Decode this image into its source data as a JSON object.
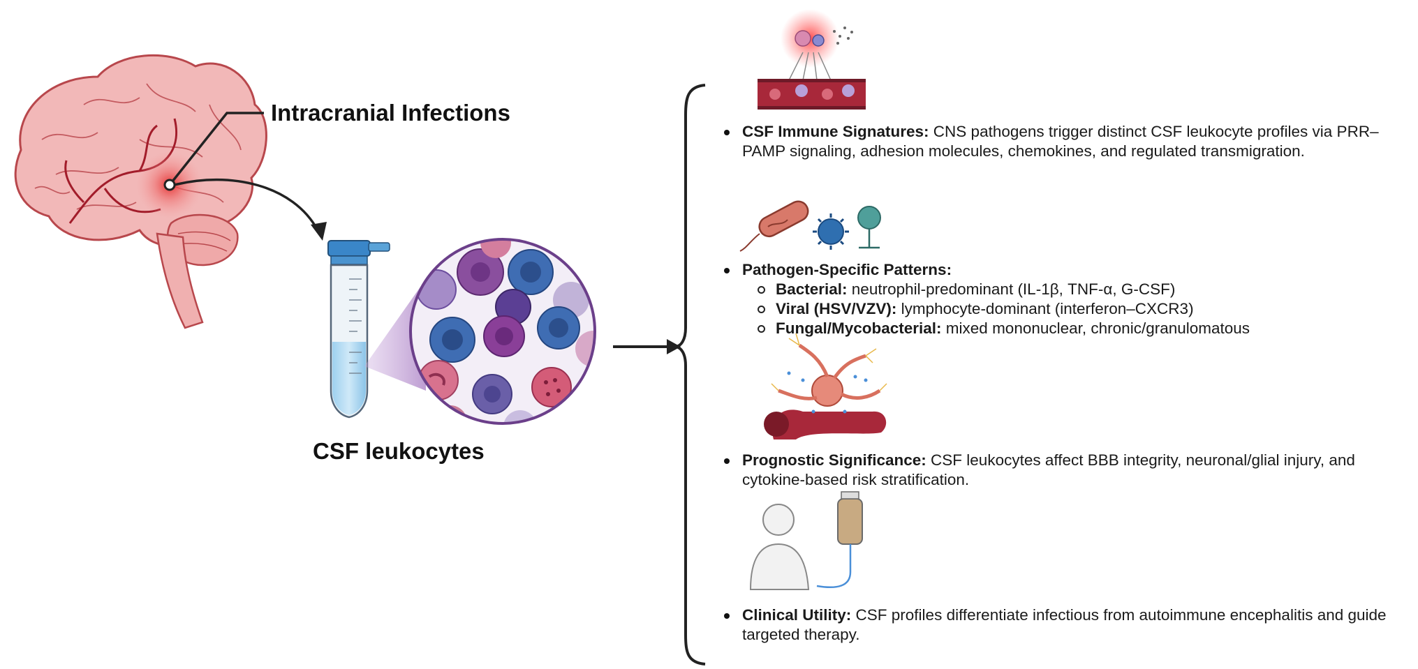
{
  "labels": {
    "infection": "Intracranial Infections",
    "sample": "CSF leukocytes"
  },
  "sections": [
    {
      "id": "immune",
      "head": "CSF Immune Signatures:",
      "text": " CNS pathogens trigger distinct CSF leukocyte profiles via PRR–PAMP signaling, adhesion molecules, chemokines, and regulated transmigration."
    },
    {
      "id": "pathogen",
      "head": "Pathogen-Specific Patterns:",
      "text": "",
      "subitems": [
        {
          "head": "Bacterial:",
          "text": " neutrophil-predominant (IL-1β, TNF-α, G-CSF)"
        },
        {
          "head": "Viral (HSV/VZV):",
          "text": " lymphocyte-dominant (interferon–CXCR3)"
        },
        {
          "head": "Fungal/Mycobacterial:",
          "text": " mixed mononuclear, chronic/granulomatous"
        }
      ]
    },
    {
      "id": "prognostic",
      "head": "Prognostic Significance:",
      "text": " CSF leukocytes affect BBB integrity, neuronal/glial injury, and cytokine-based risk stratification."
    },
    {
      "id": "clinical",
      "head": "Clinical Utility:",
      "text": " CSF profiles differentiate infectious from autoimmune encephalitis and guide targeted therapy."
    }
  ],
  "colors": {
    "brain": "#f2b8b8",
    "brain_outline": "#b8474c",
    "infection_glow": "#e52a2a",
    "tube_cap": "#3a86c8",
    "magnifier_border": "#7b4a98",
    "magnifier_fill": "#d9c7e6",
    "arrow": "#222222",
    "bracket": "#222222"
  },
  "icons": [
    "brain-icon",
    "test-tube-icon",
    "leukocyte-magnifier-icon",
    "blood-vessel-icon",
    "bacteria-icon",
    "virus-icon",
    "fungus-icon",
    "neuron-vessel-icon",
    "patient-iv-icon"
  ]
}
